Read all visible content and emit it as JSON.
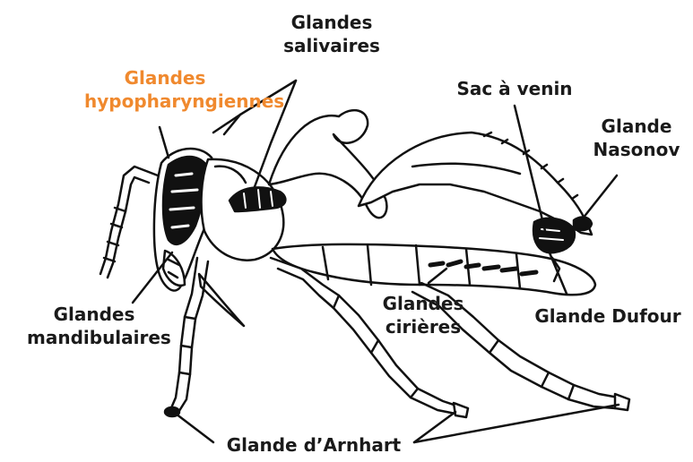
{
  "labels": {
    "salivaires": {
      "line1": "Glandes",
      "line2": "salivaires"
    },
    "hypopharyngiennes": {
      "line1": "Glandes",
      "line2": "hypopharyngiennes",
      "color": "#f0892e"
    },
    "sac_venin": {
      "line1": "Sac à venin"
    },
    "nasonov": {
      "line1": "Glande",
      "line2": "Nasonov"
    },
    "mandibulaires": {
      "line1": "Glandes",
      "line2": "mandibulaires"
    },
    "cirieres": {
      "line1": "Glandes",
      "line2": "cirières"
    },
    "dufour": {
      "line1": "Glande Dufour"
    },
    "arnhart": {
      "line1": "Glande d’Arnhart"
    }
  },
  "colors": {
    "text": "#1a1a1a",
    "accent": "#f0892e",
    "drawing": "#111111"
  },
  "icons": {
    "illustration": "honeybee-anatomy-line-drawing"
  }
}
